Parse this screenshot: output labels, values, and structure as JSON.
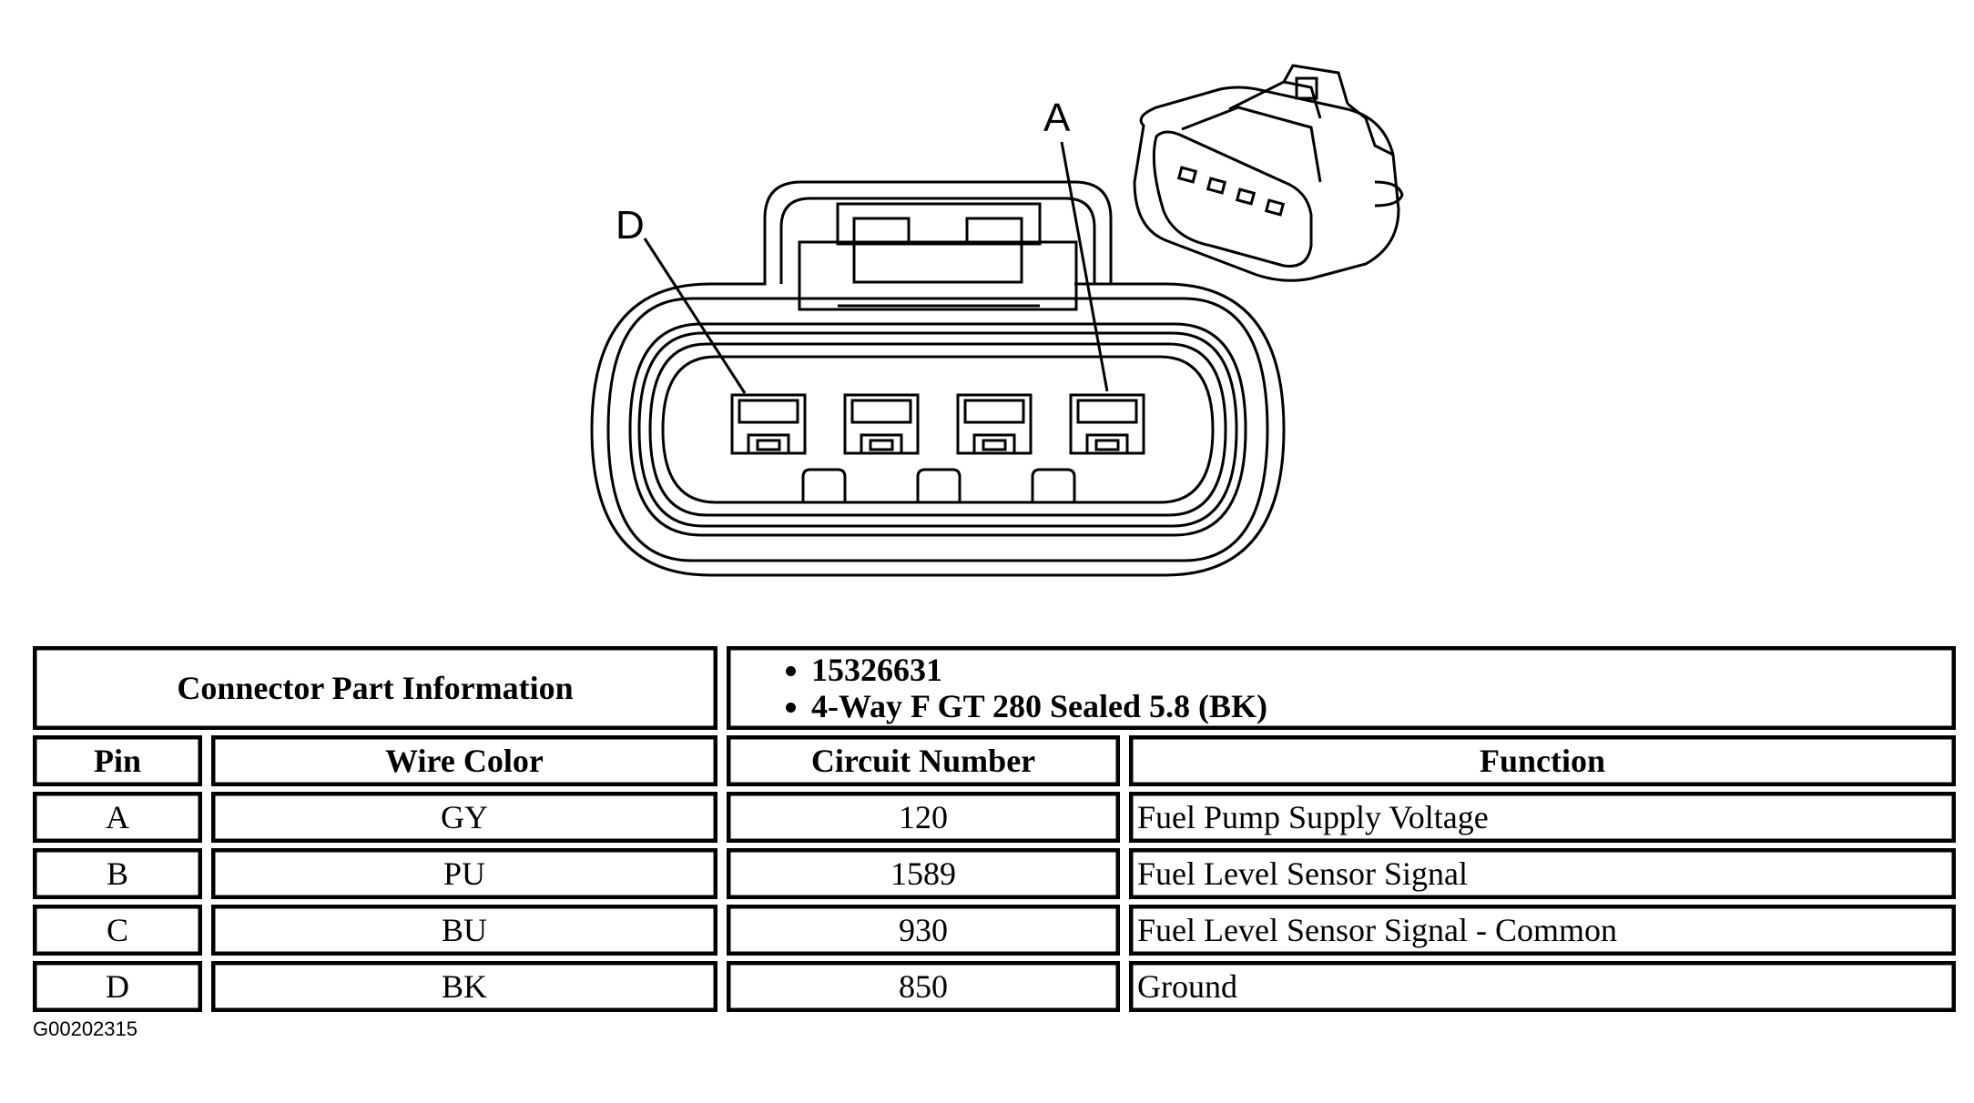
{
  "diagram": {
    "pin_labels": {
      "a": "A",
      "d": "D"
    }
  },
  "table": {
    "part_info_header": "Connector Part Information",
    "part_info_items": [
      "15326631",
      "4-Way F GT 280 Sealed 5.8 (BK)"
    ],
    "columns": [
      "Pin",
      "Wire Color",
      "Circuit Number",
      "Function"
    ],
    "rows": [
      {
        "pin": "A",
        "wire_color": "GY",
        "circuit": "120",
        "function": "Fuel Pump Supply Voltage"
      },
      {
        "pin": "B",
        "wire_color": "PU",
        "circuit": "1589",
        "function": "Fuel Level Sensor Signal"
      },
      {
        "pin": "C",
        "wire_color": "BU",
        "circuit": "930",
        "function": "Fuel Level Sensor Signal - Common"
      },
      {
        "pin": "D",
        "wire_color": "BK",
        "circuit": "850",
        "function": "Ground"
      }
    ]
  },
  "figure_id": "G00202315"
}
